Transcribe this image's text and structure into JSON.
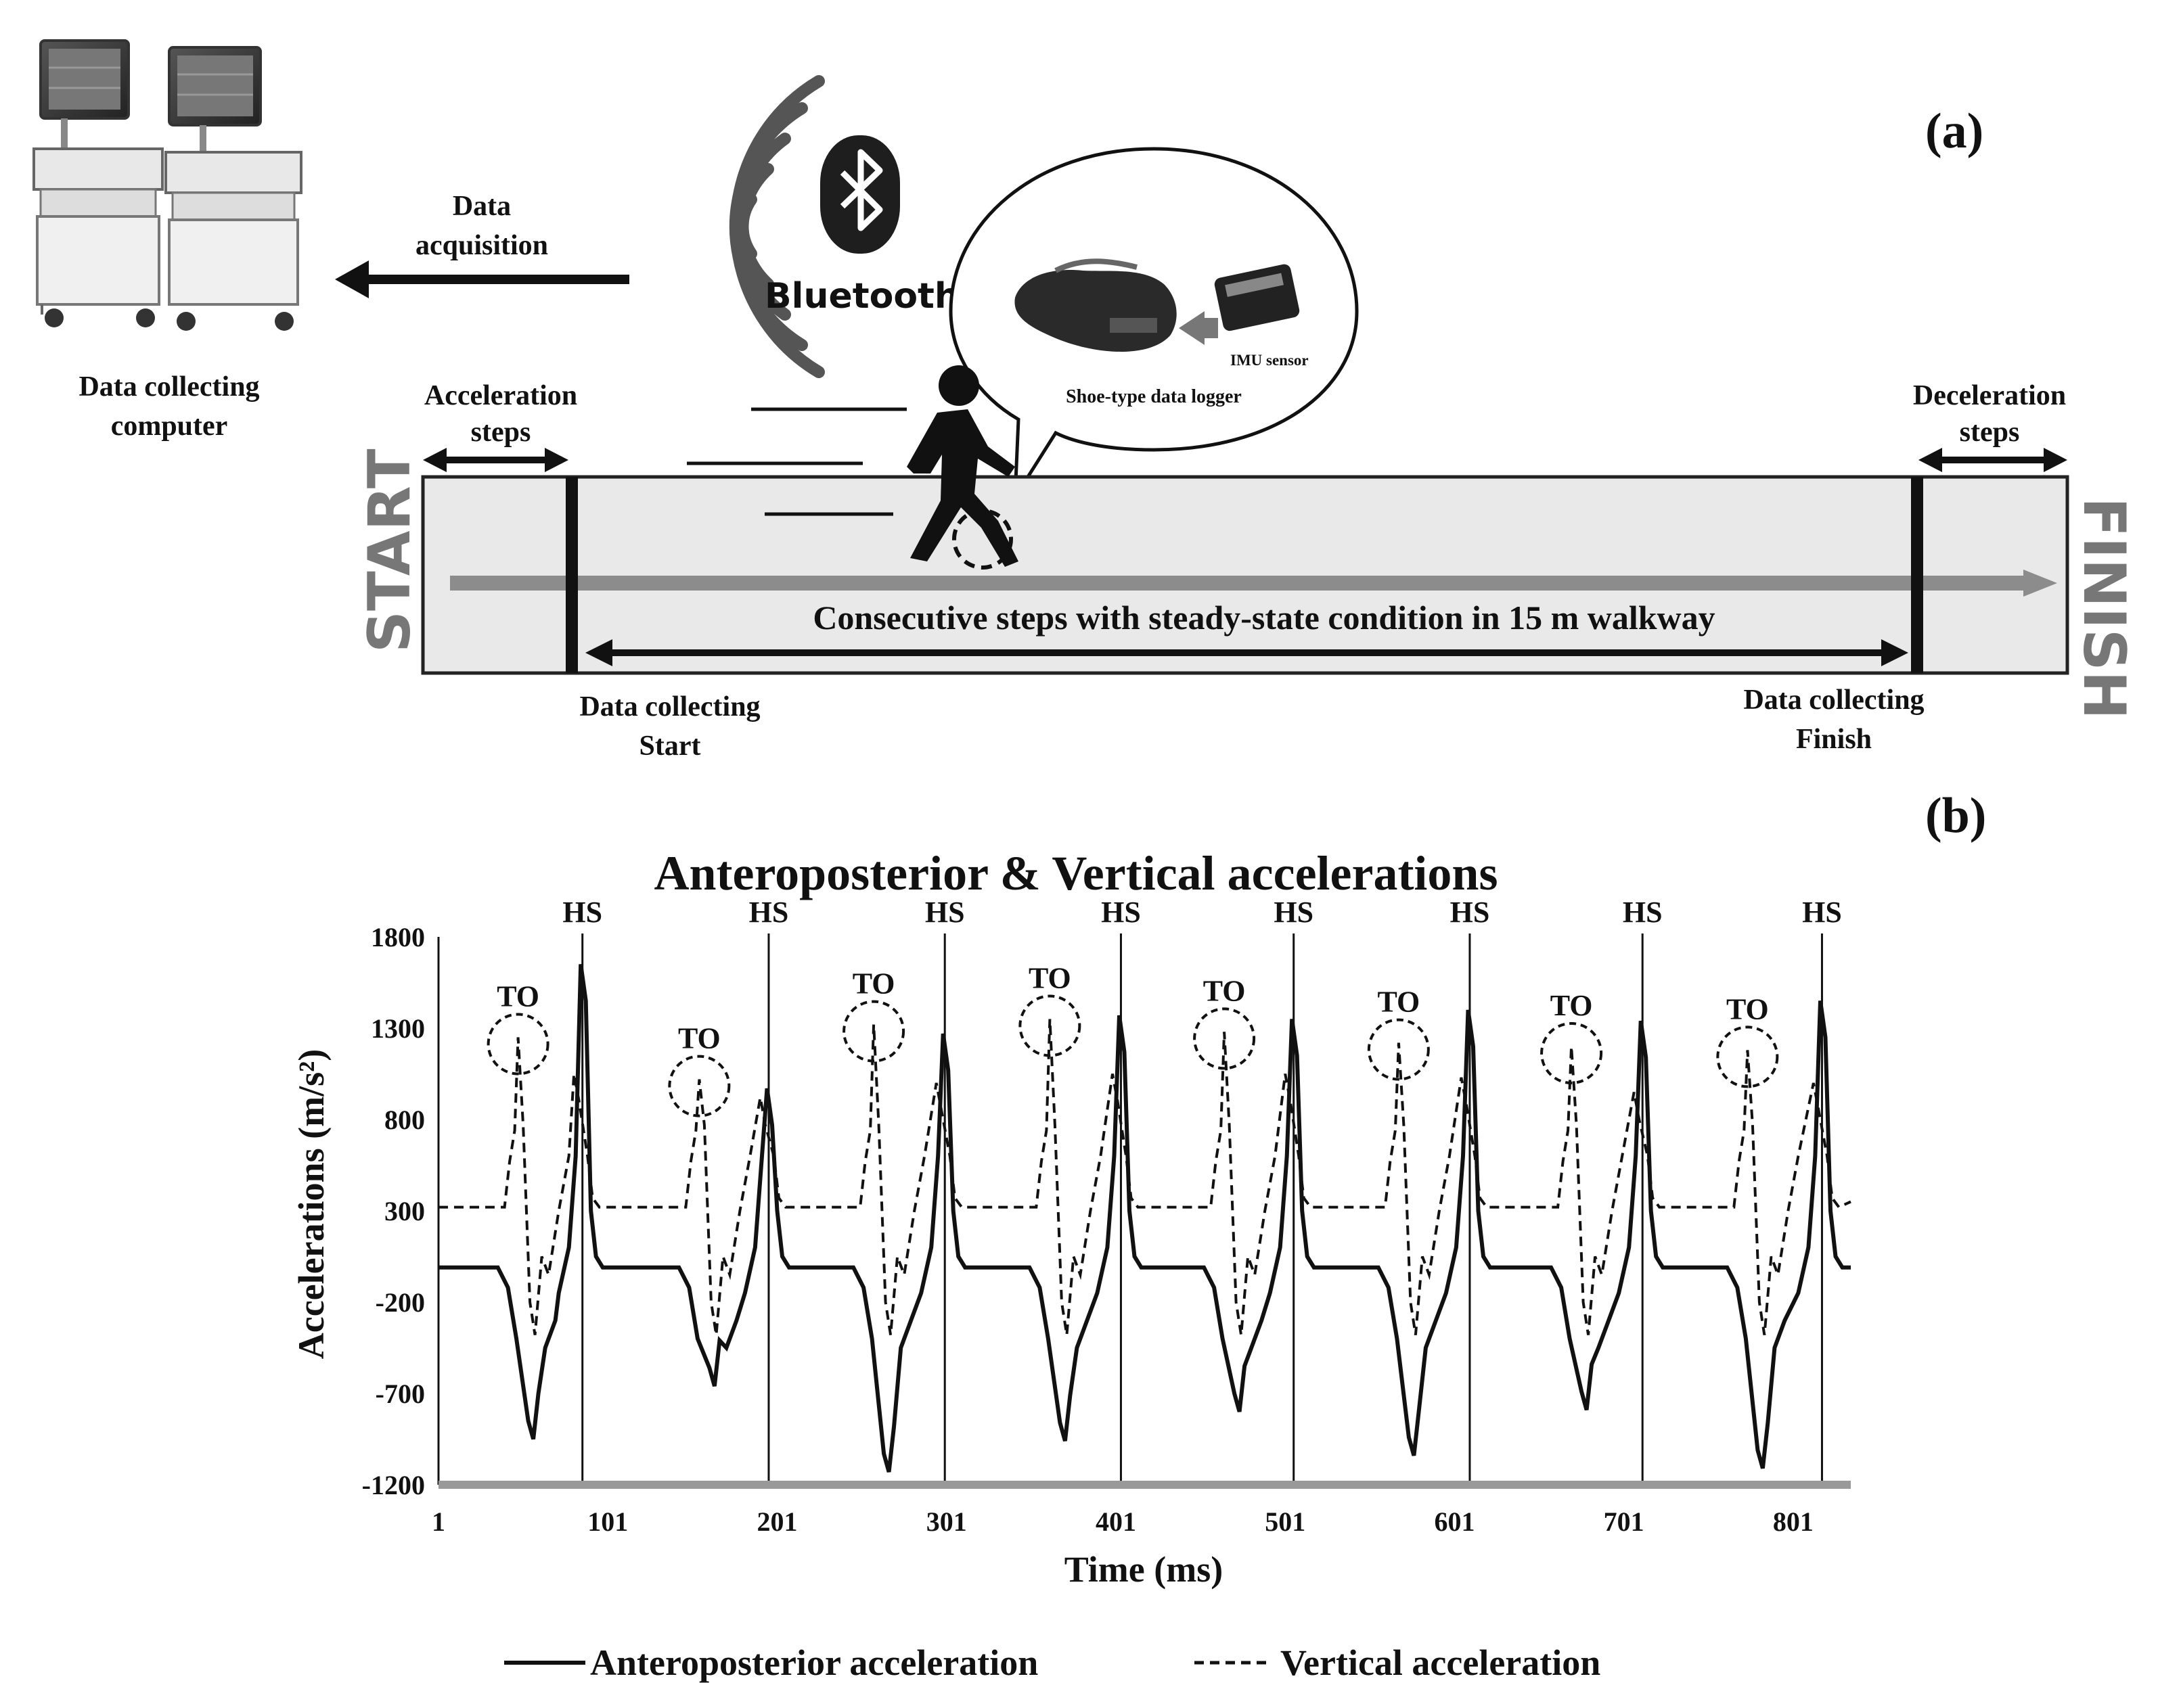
{
  "panel_a": {
    "label": "(a)",
    "computer_label_1": "Data collecting",
    "computer_label_2": "computer",
    "data_acq_1": "Data",
    "data_acq_2": "acquisition",
    "bluetooth_label": "Bluetooth",
    "bluetooth_sup": "th",
    "imu_label": "IMU sensor",
    "shoe_label": "Shoe-type data logger",
    "accel_steps_1": "Acceleration",
    "accel_steps_2": "steps",
    "decel_steps_1": "Deceleration",
    "decel_steps_2": "steps",
    "start_text": "START",
    "finish_text": "FINISH",
    "walkway_text": "Consecutive steps with steady-state condition in 15 m walkway",
    "collect_start_1": "Data collecting",
    "collect_start_2": "Start",
    "collect_finish_1": "Data collecting",
    "collect_finish_2": "Finish"
  },
  "panel_b": {
    "label": "(b)"
  },
  "chart_data": {
    "type": "line",
    "title": "Anteroposterior & Vertical accelerations",
    "xlabel": "Time (ms)",
    "ylabel": "Accelerations (m/s²)",
    "xlim": [
      1,
      835
    ],
    "ylim": [
      -1200,
      1800
    ],
    "x_ticks": [
      "1",
      "101",
      "201",
      "301",
      "401",
      "501",
      "601",
      "701",
      "801"
    ],
    "y_ticks": [
      "1800",
      "1300",
      "800",
      "300",
      "-200",
      "-700",
      "-1200"
    ],
    "hs_label": "HS",
    "to_label": "TO",
    "hs_x": [
      86,
      196,
      300,
      404,
      506,
      610,
      712,
      818
    ],
    "to_x": [
      48,
      155,
      258,
      362,
      465,
      568,
      670,
      774
    ],
    "steps": [
      {
        "hs": 86,
        "to": 48,
        "ap_peak": 1650,
        "ap_min": -950,
        "v_to": 1250,
        "v_pre_hs": 1050
      },
      {
        "hs": 196,
        "to": 155,
        "ap_peak": 970,
        "ap_min": -660,
        "v_to": 1020,
        "v_pre_hs": 920
      },
      {
        "hs": 300,
        "to": 258,
        "ap_peak": 1270,
        "ap_min": -1130,
        "v_to": 1320,
        "v_pre_hs": 1000
      },
      {
        "hs": 404,
        "to": 362,
        "ap_peak": 1370,
        "ap_min": -960,
        "v_to": 1350,
        "v_pre_hs": 1050
      },
      {
        "hs": 506,
        "to": 465,
        "ap_peak": 1350,
        "ap_min": -800,
        "v_to": 1280,
        "v_pre_hs": 1050
      },
      {
        "hs": 610,
        "to": 568,
        "ap_peak": 1400,
        "ap_min": -1040,
        "v_to": 1220,
        "v_pre_hs": 1030
      },
      {
        "hs": 712,
        "to": 670,
        "ap_peak": 1340,
        "ap_min": -790,
        "v_to": 1200,
        "v_pre_hs": 950
      },
      {
        "hs": 818,
        "to": 774,
        "ap_peak": 1450,
        "ap_min": -1110,
        "v_to": 1180,
        "v_pre_hs": 1000
      }
    ],
    "ap_baseline": -10,
    "v_baseline": 320,
    "series": [
      {
        "name": "Anteroposterior acceleration",
        "style": "solid"
      },
      {
        "name": "Vertical acceleration",
        "style": "dashed"
      }
    ],
    "legend_position": "bottom-center",
    "legend": {
      "ap": "Anteroposterior acceleration",
      "v": "Vertical acceleration"
    }
  }
}
